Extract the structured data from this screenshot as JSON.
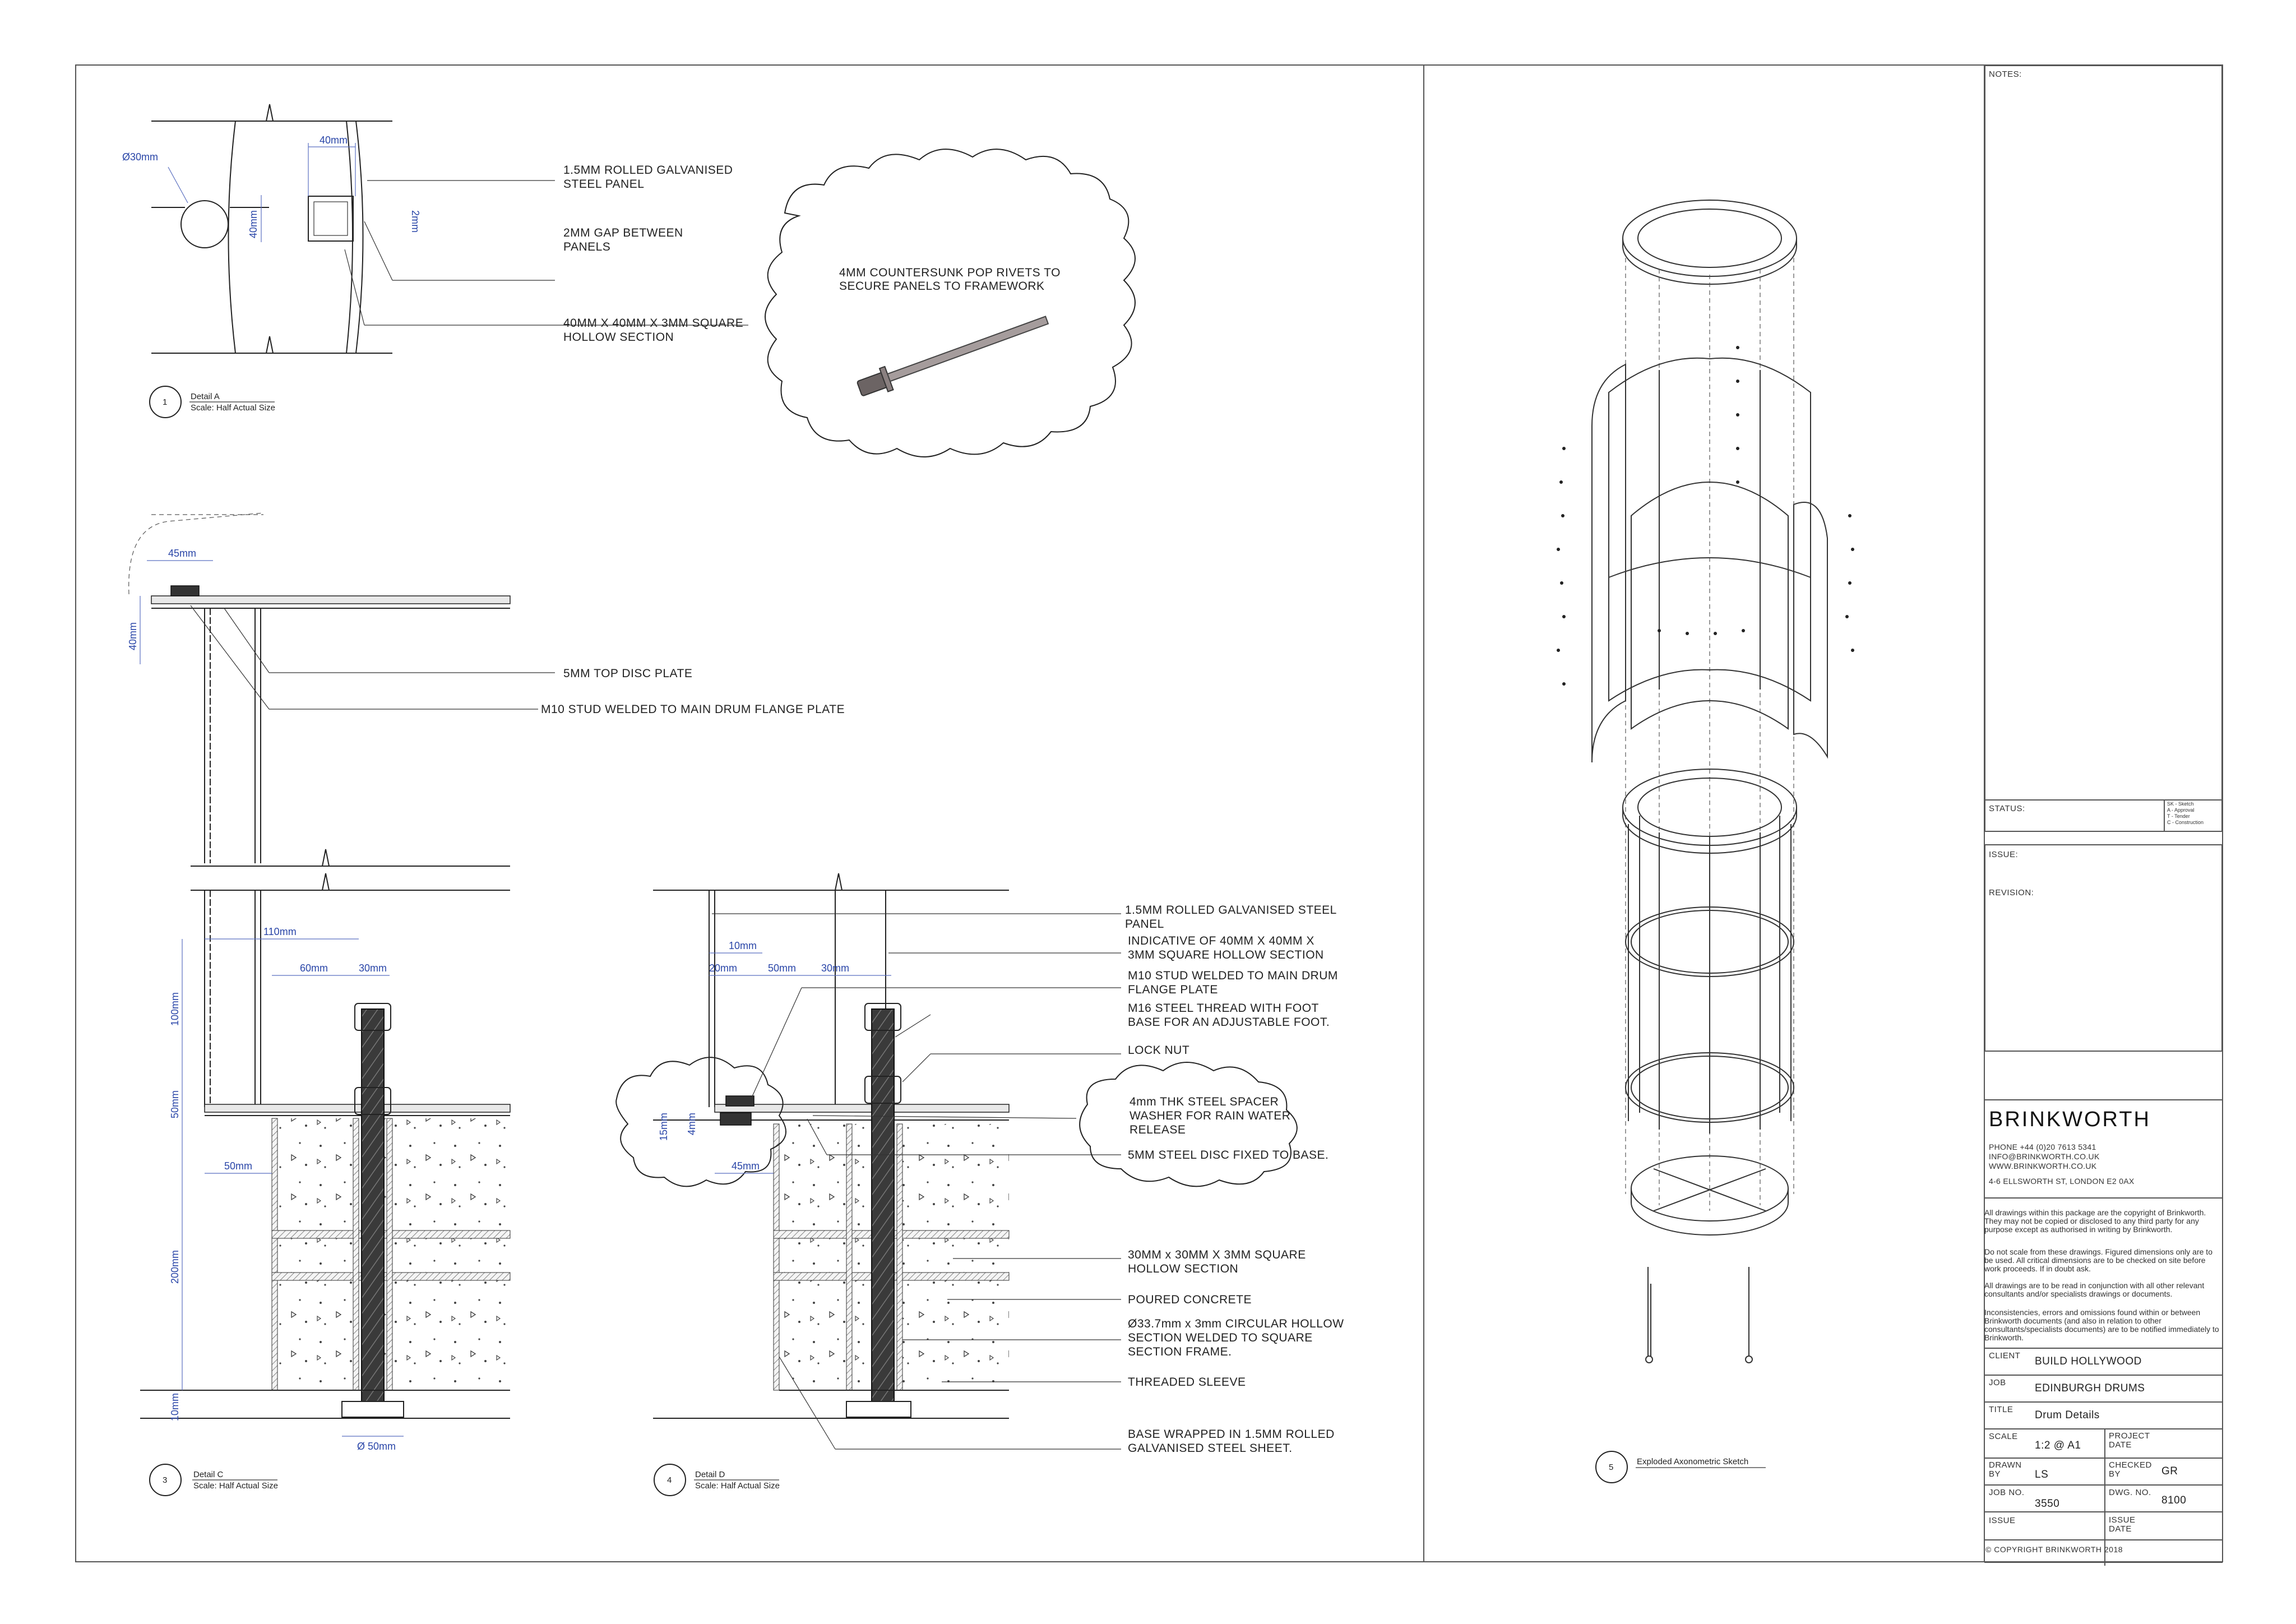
{
  "detail_a": {
    "number": "1",
    "title": "Detail A",
    "scale": "Scale: Half Actual Size",
    "labels": {
      "panel": [
        "1.5MM ROLLED GALVANISED",
        "STEEL PANEL"
      ],
      "gap": [
        "2MM  GAP BETWEEN",
        "PANELS"
      ],
      "hollow": [
        "40MM X 40MM X 3MM SQUARE",
        "HOLLOW SECTION"
      ]
    },
    "dims": {
      "dia": "Ø30mm",
      "width": "40mm",
      "height": "40mm",
      "gap": "2mm"
    }
  },
  "rivet_callout": [
    "4MM COUNTERSUNK POP RIVETS TO",
    "SECURE PANELS TO FRAMEWORK"
  ],
  "detail_b": {
    "labels": {
      "disc": "5MM TOP DISC PLATE",
      "stud": "M10 STUD WELDED TO MAIN DRUM FLANGE PLATE"
    },
    "dims": {
      "width": "45mm",
      "height": "40mm"
    }
  },
  "detail_c": {
    "number": "3",
    "title": "Detail C",
    "scale": "Scale: Half Actual Size",
    "dims": {
      "d110": "110mm",
      "d60": "60mm",
      "d30": "30mm",
      "d100": "100mm",
      "d50v": "50mm",
      "d50h": "50mm",
      "d200": "200mm",
      "d10": "10mm",
      "dia50": "Ø 50mm"
    }
  },
  "detail_d": {
    "number": "4",
    "title": "Detail D",
    "scale": "Scale: Half Actual Size",
    "dims": {
      "d10": "10mm",
      "d20": "20mm",
      "d50": "50mm",
      "d30": "30mm",
      "d15": "15mm",
      "d4": "4mm",
      "d45": "45mm"
    },
    "labels": {
      "panel": [
        "1.5MM ROLLED GALVANISED STEEL",
        "PANEL"
      ],
      "indicative": [
        "INDICATIVE OF 40MM X 40MM X",
        "3MM SQUARE HOLLOW SECTION"
      ],
      "stud": [
        "M10 STUD WELDED TO MAIN DRUM",
        "FLANGE PLATE"
      ],
      "thread": [
        "M16 STEEL THREAD WITH FOOT",
        "BASE FOR AN ADJUSTABLE  FOOT."
      ],
      "locknut": "LOCK NUT",
      "spacer": [
        "4mm THK STEEL SPACER",
        "WASHER FOR RAIN WATER",
        "RELEASE"
      ],
      "disc": "5MM  STEEL DISC FIXED TO BASE.",
      "hollow30": [
        "30MM x 30MM X 3MM SQUARE",
        "HOLLOW SECTION"
      ],
      "concrete": "POURED CONCRETE",
      "circular": [
        "Ø33.7mm x 3mm CIRCULAR HOLLOW",
        "SECTION WELDED TO SQUARE",
        "SECTION FRAME."
      ],
      "sleeve": "THREADED SLEEVE",
      "base": [
        "BASE WRAPPED IN 1.5MM ROLLED",
        "GALVANISED STEEL SHEET."
      ]
    }
  },
  "sketch": {
    "number": "5",
    "title": "Exploded Axonometric Sketch"
  },
  "title_block": {
    "notes_label": "NOTES:",
    "status_label": "STATUS:",
    "status_key": [
      "SK - Sketch",
      "A   - Approval",
      "T   - Tender",
      "C   - Construction"
    ],
    "issue_label": "ISSUE:",
    "revision_label": "REVISION:",
    "brand": "BRINKWORTH",
    "phone": "PHONE +44 (0)20 7613 5341",
    "email": "INFO@BRINKWORTH.CO.UK",
    "web": "WWW.BRINKWORTH.CO.UK",
    "address": "4-6 ELLSWORTH ST, LONDON E2 0AX",
    "para1": "All drawings within this package are the copyright of Brinkworth. They may not be copied or disclosed to any third party for any purpose except as authorised in writing by Brinkworth.",
    "para2": "Do not scale from these drawings. Figured dimensions only are to be used. All critical dimensions are to be checked on site before work proceeds. If in doubt ask.",
    "para3": "All drawings are to be read in conjunction with all other relevant consultants and/or specialists drawings or documents.",
    "para4": "Inconsistencies, errors and omissions found within or between Brinkworth documents (and also in relation to other consultants/specialists documents) are to be notified immediately to Brinkworth.",
    "client_label": "CLIENT",
    "client": "BUILD HOLLYWOOD",
    "job_label": "JOB",
    "job": "EDINBURGH DRUMS",
    "title_label": "TITLE",
    "title": "Drum Details",
    "scale_label": "SCALE",
    "scale": "1:2 @ A1",
    "project_date_label": [
      "PROJECT",
      "DATE"
    ],
    "drawn_label": [
      "DRAWN",
      "BY"
    ],
    "drawn": "LS",
    "checked_label": [
      "CHECKED",
      "BY"
    ],
    "checked": "GR",
    "jobno_label": "JOB NO.",
    "jobno": "3550",
    "dwgno_label": "DWG. NO.",
    "dwgno": "8100",
    "issue2_label": "ISSUE",
    "issue_date_label": [
      "ISSUE",
      "DATE"
    ],
    "copyright": "© COPYRIGHT BRINKWORTH 2018"
  }
}
